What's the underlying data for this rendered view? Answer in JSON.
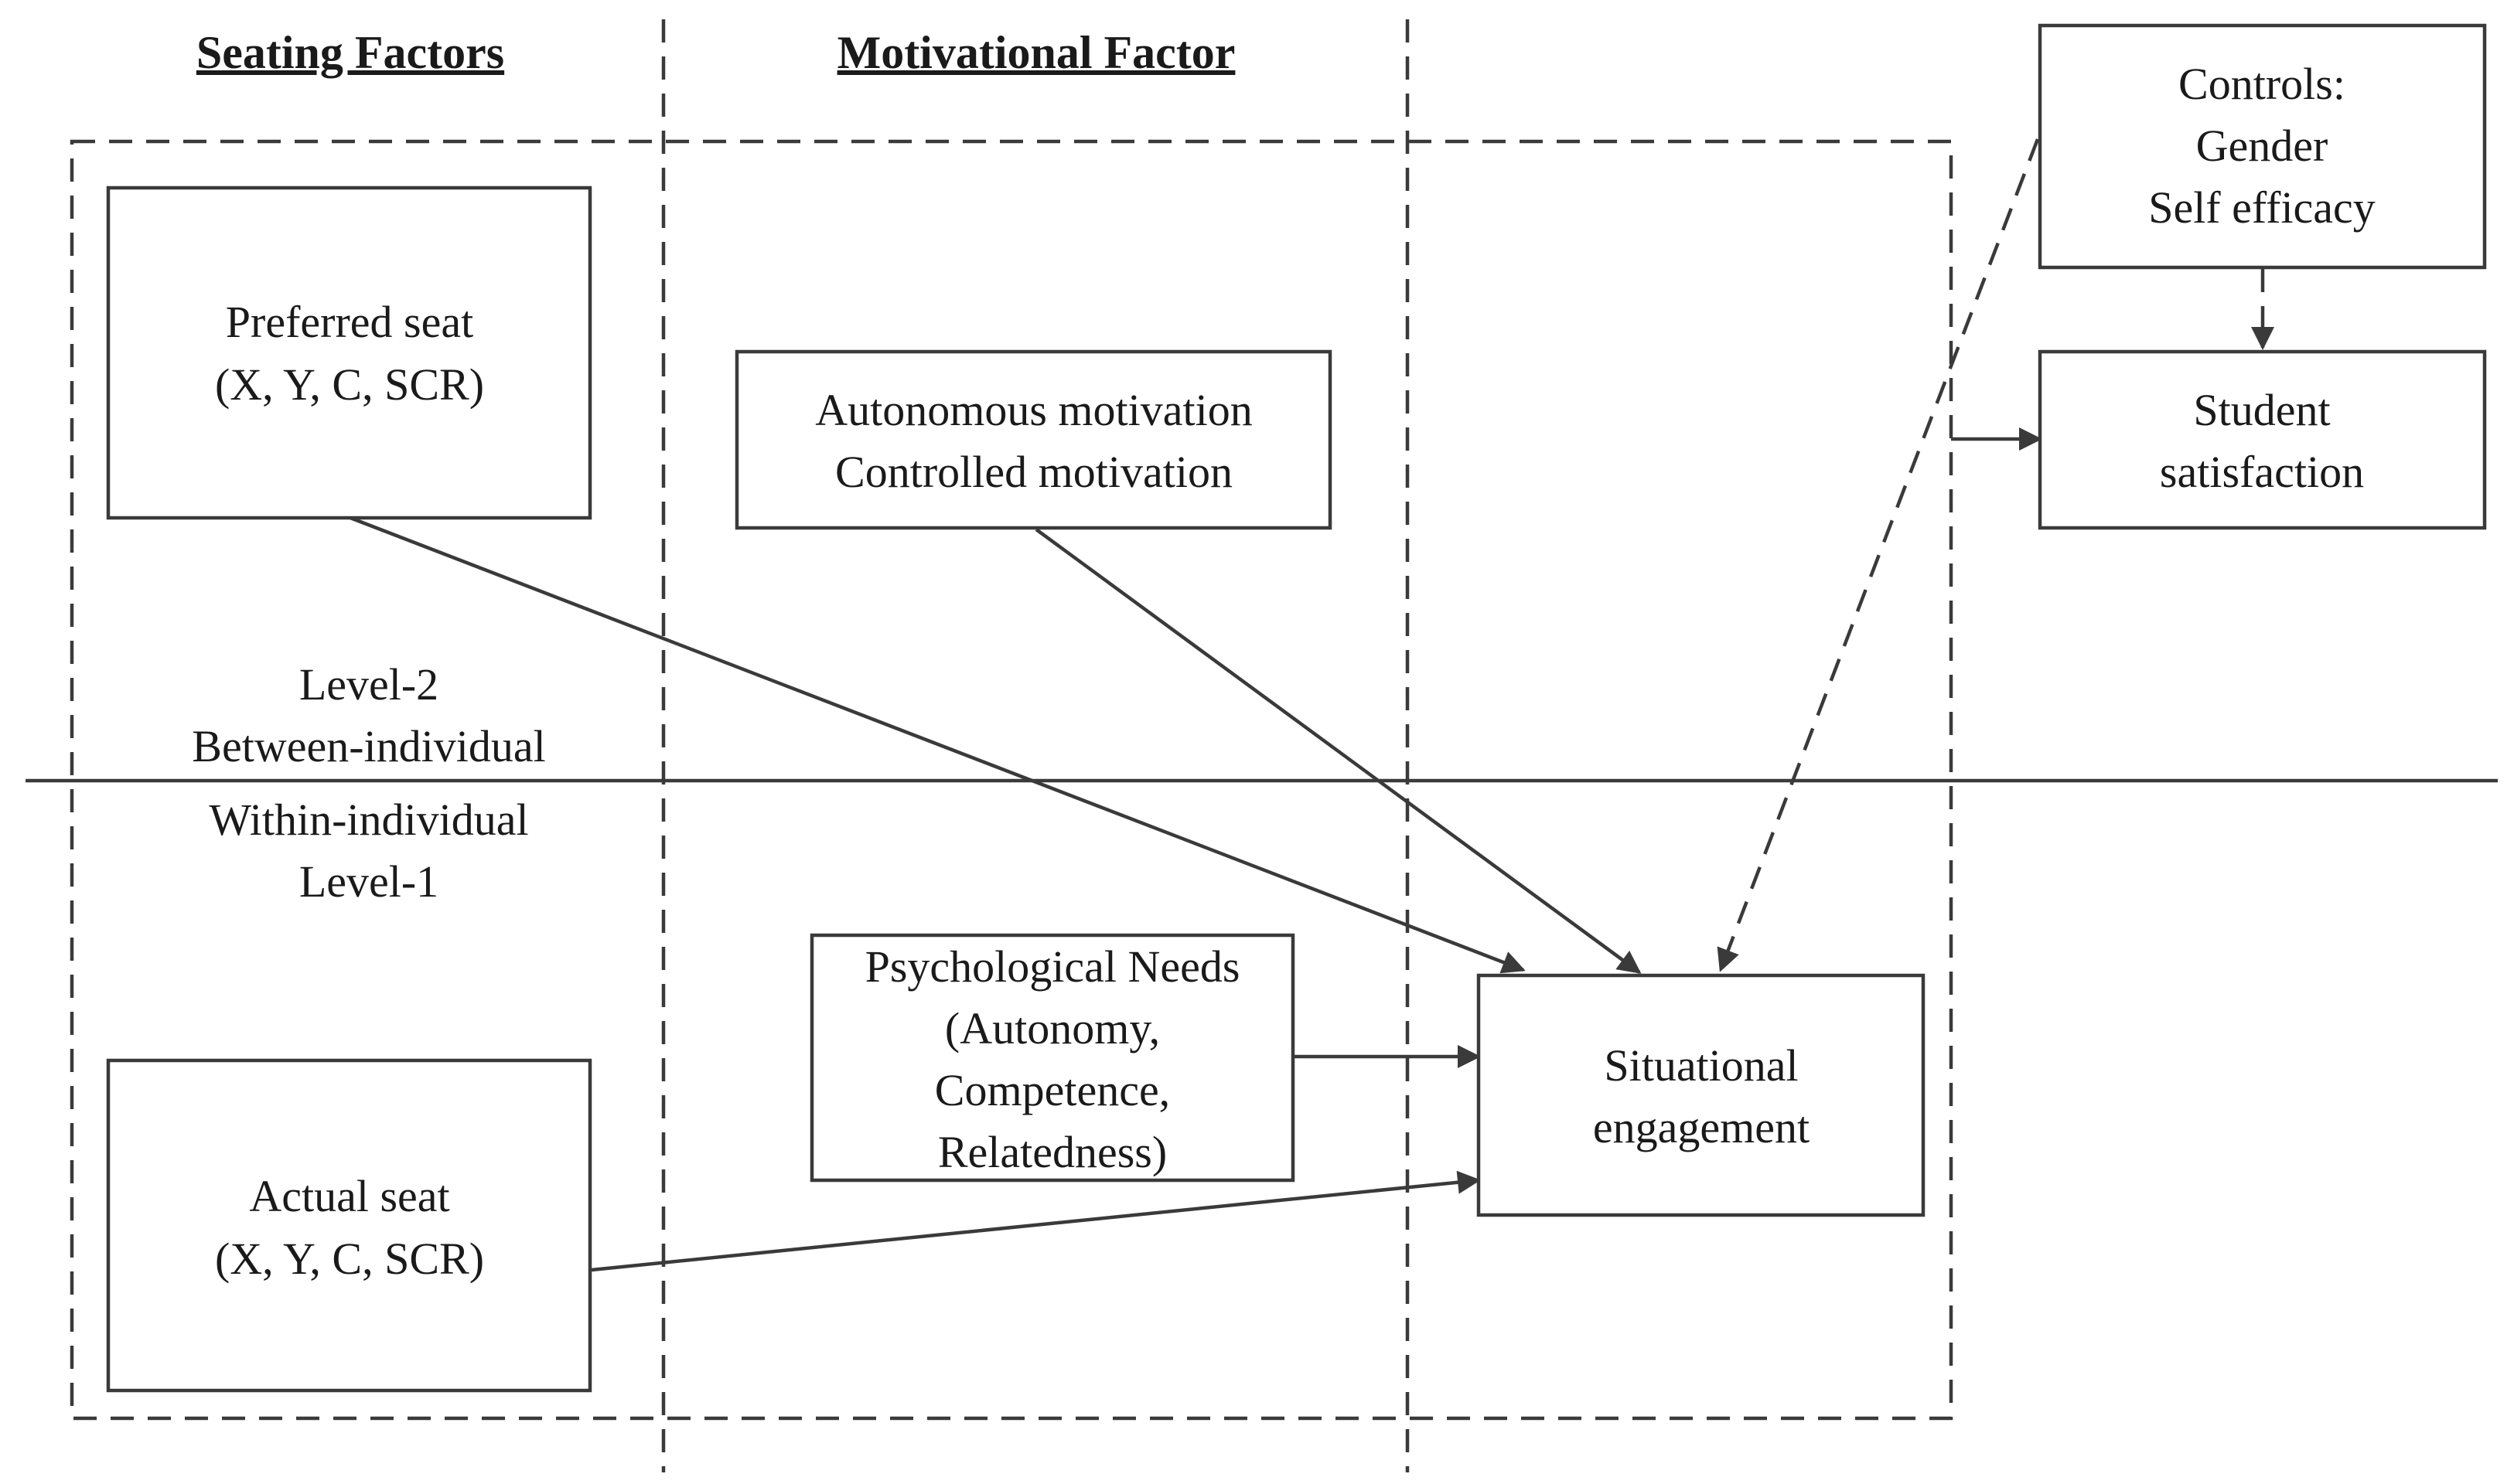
{
  "headers": {
    "seating": "Seating Factors",
    "motivational": "Motivational Factor"
  },
  "boxes": {
    "preferred_seat": {
      "line1": "Preferred seat",
      "line2": "(X, Y, C, SCR)"
    },
    "motivation": {
      "line1": "Autonomous motivation",
      "line2": "Controlled motivation"
    },
    "controls": {
      "line1": "Controls:",
      "line2": "Gender",
      "line3": "Self efficacy"
    },
    "satisfaction": {
      "line1": "Student",
      "line2": "satisfaction"
    },
    "needs": {
      "line1": "Psychological Needs",
      "line2": "(Autonomy,",
      "line3": "Competence,",
      "line4": "Relatedness)"
    },
    "engagement": {
      "line1": "Situational",
      "line2": "engagement"
    },
    "actual_seat": {
      "line1": "Actual seat",
      "line2": "(X, Y, C, SCR)"
    }
  },
  "levels": {
    "level2": "Level-2",
    "between": "Between-individual",
    "within": "Within-individual",
    "level1": "Level-1"
  },
  "colors": {
    "line": "#3a3a3a",
    "text": "#1a1a1a",
    "background": "#ffffff"
  }
}
